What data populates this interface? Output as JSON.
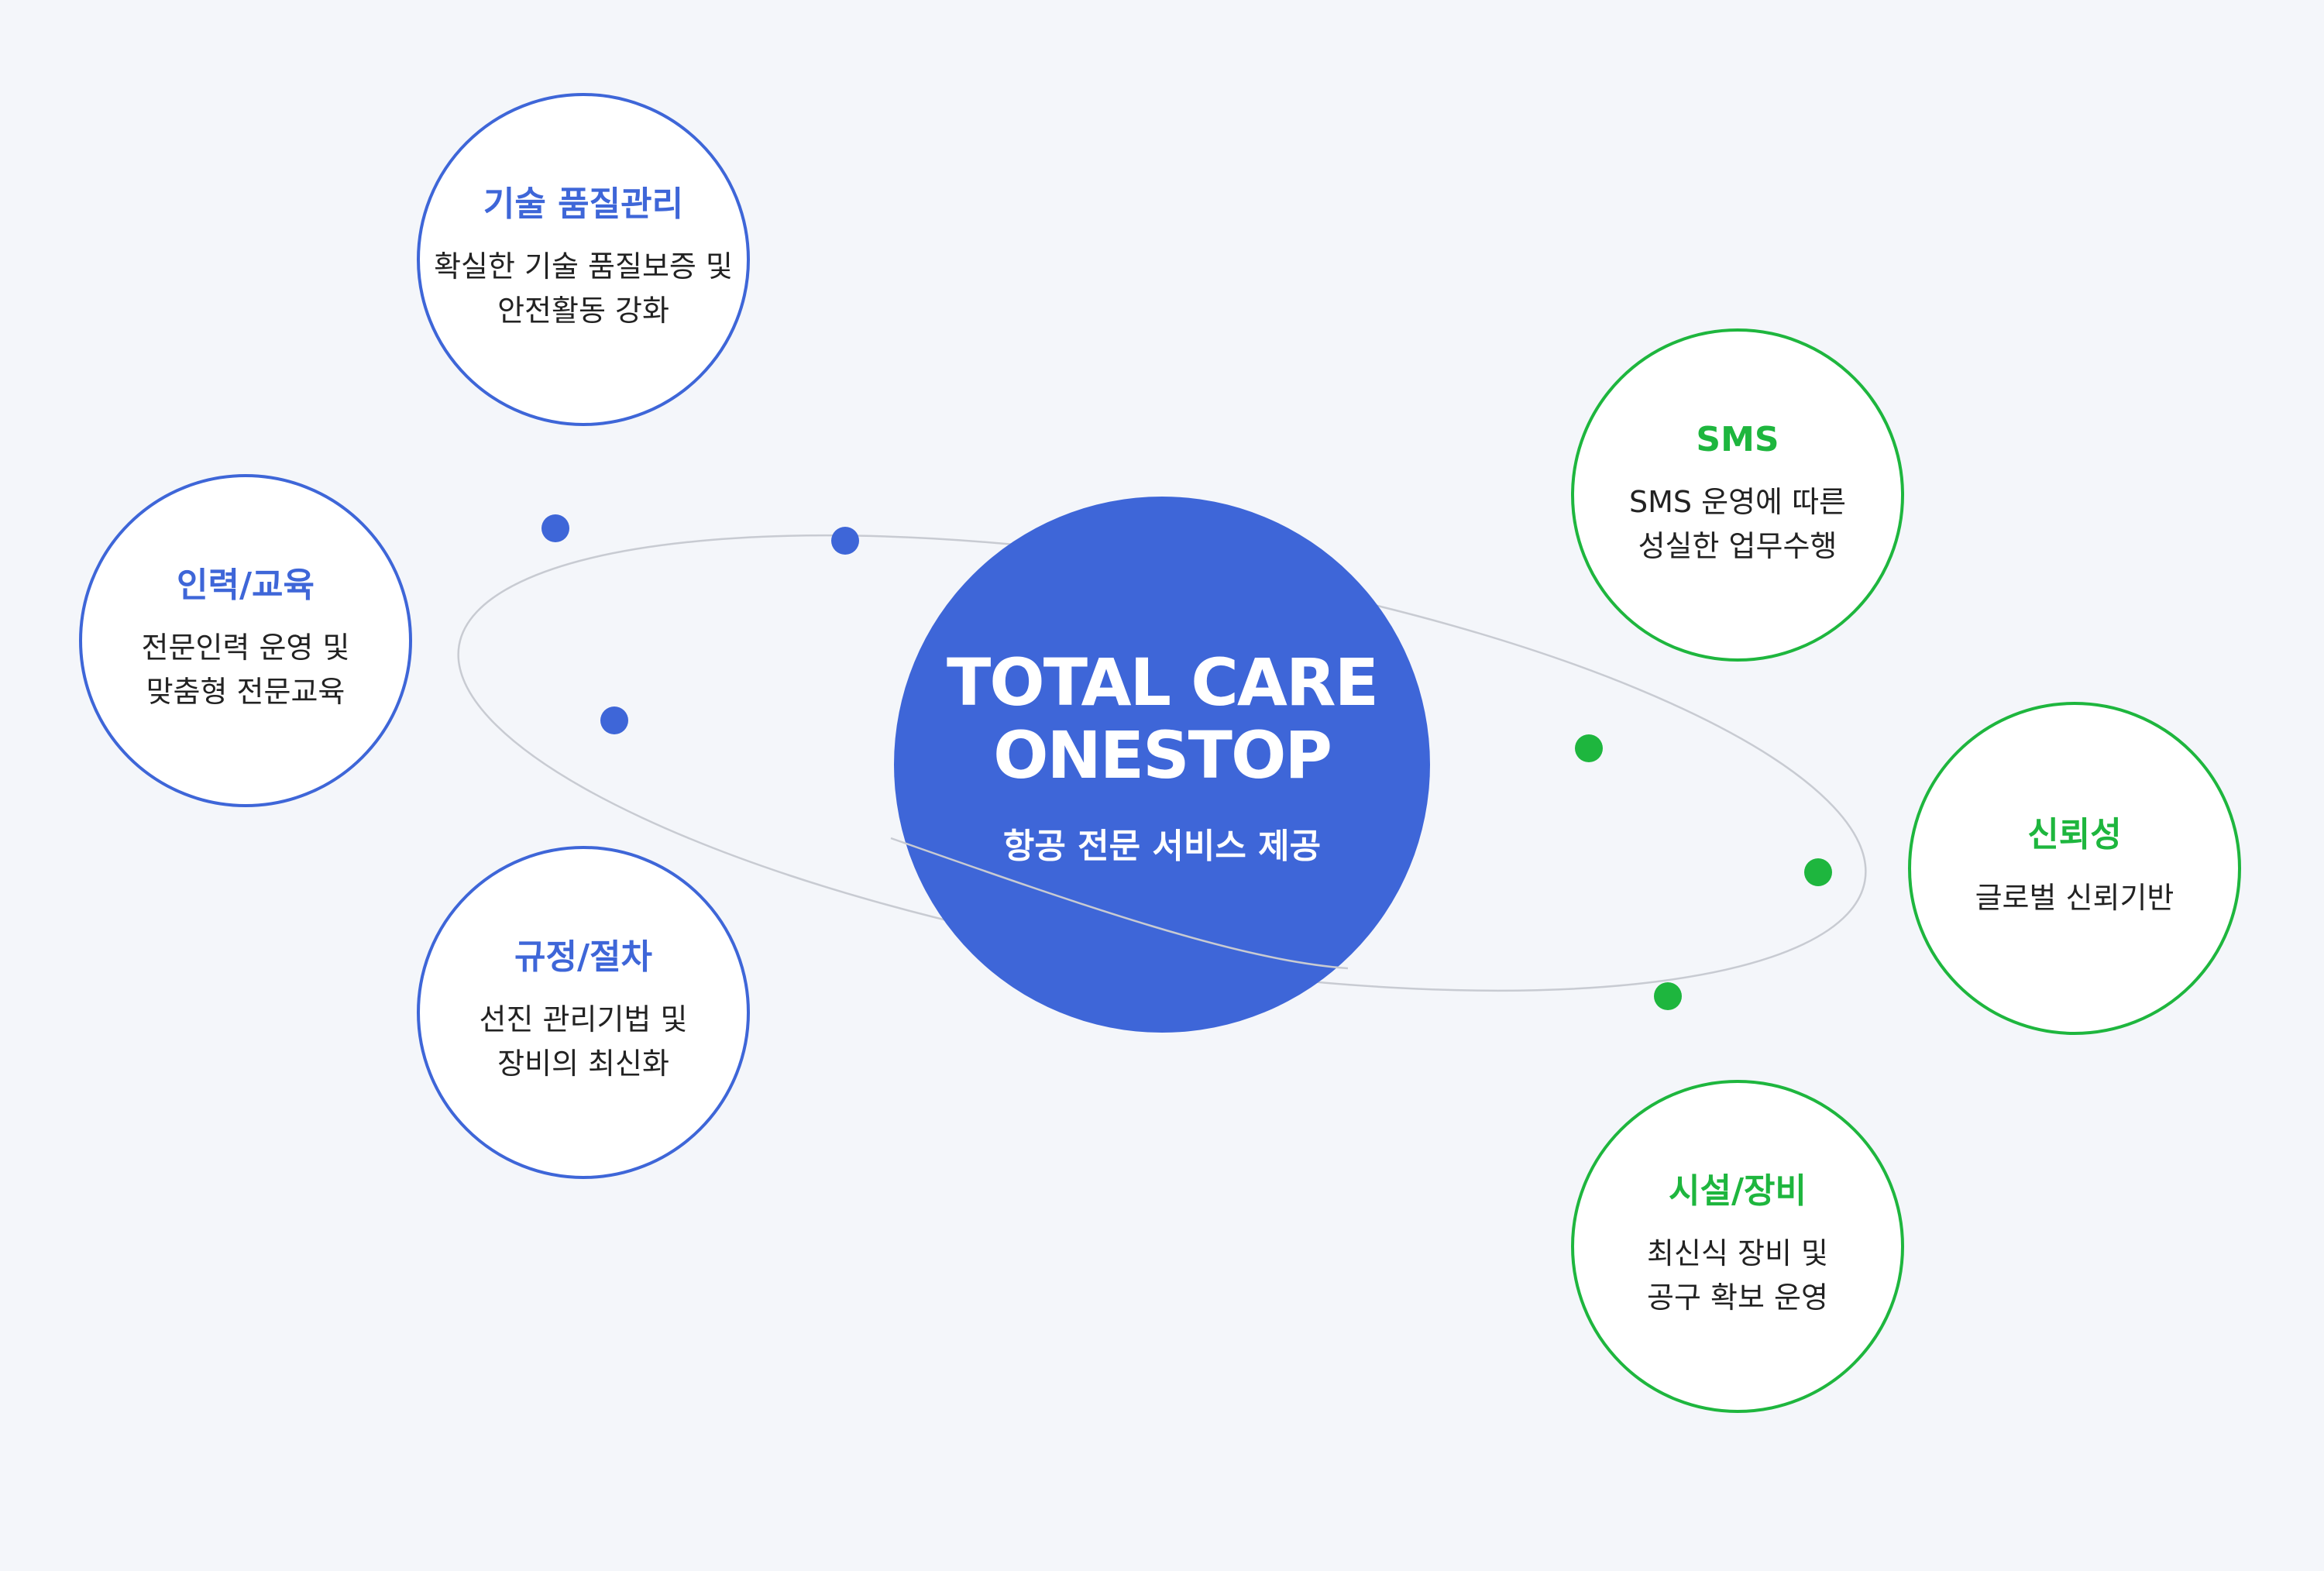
{
  "center": {
    "title": "TOTAL CARE\nONESTOP",
    "subtitle": "항공 전문 서비스 제공",
    "color": "#3e66d8"
  },
  "colors": {
    "background": "#f4f6fa",
    "blue": "#3e66d8",
    "green": "#1eb63e",
    "orbit": "#c8cbd2"
  },
  "nodes_left": [
    {
      "title": "기술 품질관리",
      "desc": "확실한 기술 품질보증 및\n안전활동 강화"
    },
    {
      "title": "인력/교육",
      "desc": "전문인력 운영 및\n맞춤형 전문교육"
    },
    {
      "title": "규정/절차",
      "desc": "선진 관리기법 및\n장비의 최신화"
    }
  ],
  "nodes_right": [
    {
      "title": "SMS",
      "desc": "SMS 운영에 따른\n성실한 업무수행"
    },
    {
      "title": "신뢰성",
      "desc": "글로벌 신뢰기반"
    },
    {
      "title": "시설/장비",
      "desc": "최신식 장비 및\n공구 확보 운영"
    }
  ]
}
